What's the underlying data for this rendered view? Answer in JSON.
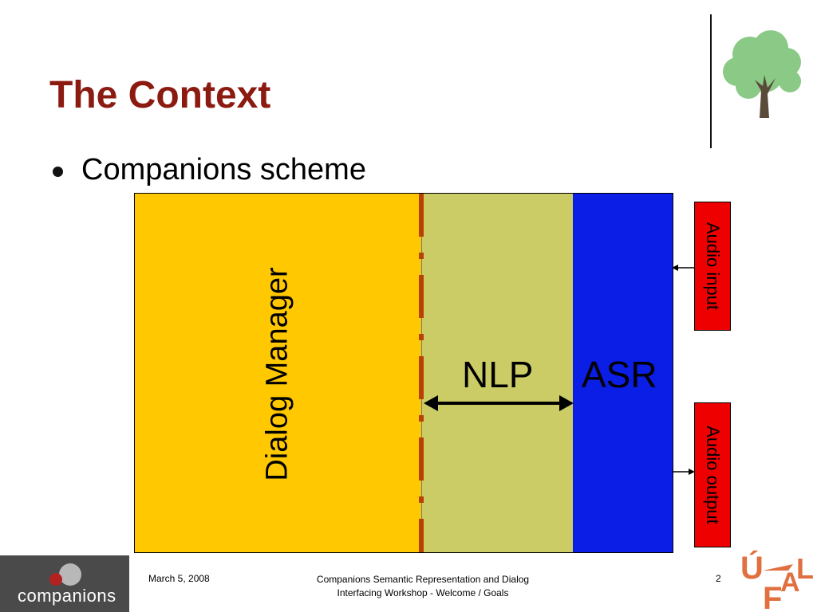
{
  "slide": {
    "title": "The Context",
    "bullet": "Companions scheme"
  },
  "diagram": {
    "dialog_manager_label": "Dialog Manager",
    "nlp_label": "NLP",
    "asr_label": "ASR",
    "audio_input_label": "Audio input",
    "audio_output_label": "Audio output"
  },
  "footer": {
    "date": "March 5, 2008",
    "center_line1": "Companions Semantic Representation and Dialog",
    "center_line2": "Interfacing Workshop - Welcome / Goals",
    "page": "2",
    "brand": "companions",
    "ufal_text": "ÚFAL"
  },
  "colors": {
    "title": "#8b1a10",
    "dialog_manager": "#ffc800",
    "nlp": "#cccc66",
    "asr": "#0a1ee6",
    "audio_boxes": "#ee0000",
    "ufal": "#e07040"
  }
}
